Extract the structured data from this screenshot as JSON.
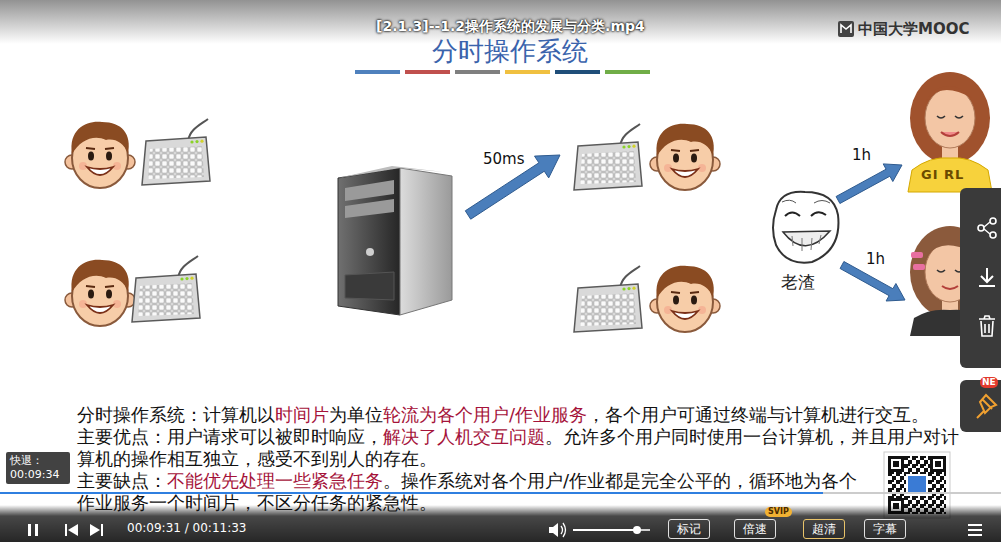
{
  "diagram": {
    "title": "分时操作系统",
    "nodes": [
      {
        "text": [
          "快退：00:09:34"
        ]
      },
      {
        "text": [
          "标记"
        ]
      },
      {
        "text": [
          "倍速"
        ]
      },
      {
        "text": [
          "SVIP"
        ]
      },
      {
        "text": [
          "超清"
        ]
      },
      {
        "text": [
          "字幕"
        ]
      },
      {
        "text": [
          "NE"
        ]
      }
    ],
    "labels": [
      "[2.1.3]--1.2操作系统的发展与分类.mp4",
      "中国大学MOOC",
      "50ms",
      "1h",
      "GI RL",
      "老渣",
      "1h",
      "分时操作系统：计算机以",
      "时间片",
      "为单位",
      "轮流为各个用户/作业服务",
      "，各个用户可通过终端与计算机进行交互。",
      "主要优点：用户请求可以被即时响应，",
      "解决了人机交互问题",
      "。允许多个用户同时使用一台计算机，并且用户对计算机的操作相互独立，感受不到别人的存在。",
      "主要缺点：",
      "不能优先处理一些紧急任务",
      "。操作系统对各个用户/作业都是完全公平的，循环地为各个作业服务一个时间片，不区分任务的紧急性。",
      "00:09:31 / 00:11:33"
    ]
  }
}
